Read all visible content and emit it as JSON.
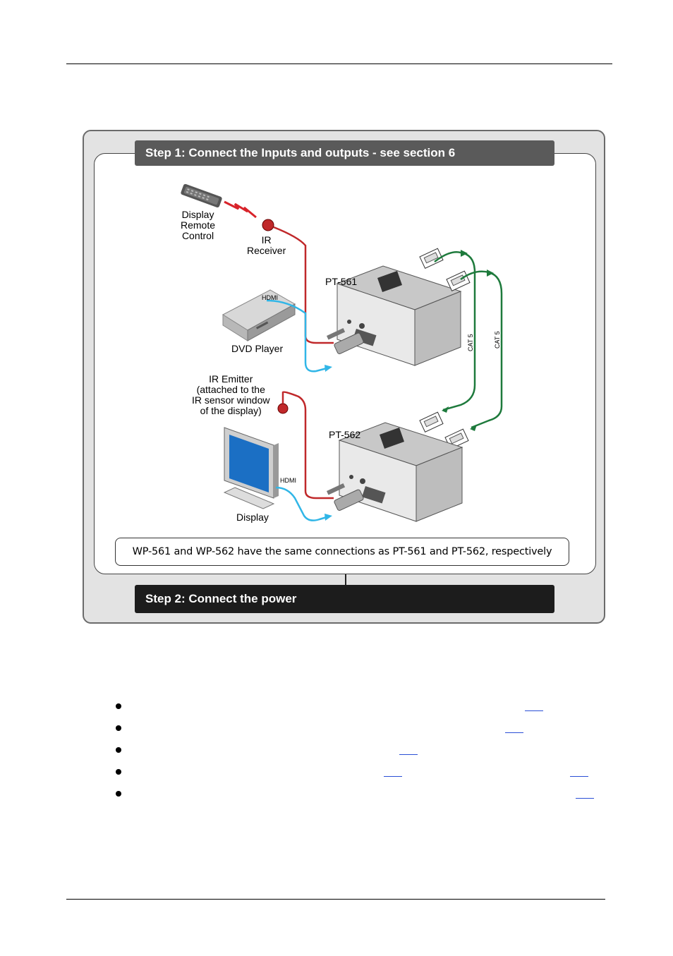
{
  "steps": {
    "step1": "Step 1: Connect the Inputs and outputs - see section 6",
    "step2": "Step 2: Connect the power"
  },
  "labels": {
    "remote": "Display\nRemote\nControl",
    "ir_receiver": "IR\nReceiver",
    "pt561": "PT-561",
    "hdmi_top": "HDMI",
    "dvd": "DVD Player",
    "ir_emitter": "IR Emitter\n(attached to the\nIR sensor window\nof the display)",
    "pt562": "PT-562",
    "hdmi_bottom": "HDMI",
    "display": "Display",
    "cat5_a": "CAT 5",
    "cat5_b": "CAT 5"
  },
  "note": "WP-561 and WP-562 have the same connections as PT-561 and PT-562, respectively",
  "colors": {
    "ir_cable": "#c0282a",
    "hdmi_cable": "#31b6e7",
    "cat5_cable": "#1e7a3c",
    "step1_bar": "#5a5a5a",
    "step2_bar": "#1c1c1c",
    "link": "#2a4fd6"
  },
  "bullets": [
    {
      "icon": "bullet-dot"
    },
    {
      "icon": "bullet-dot"
    },
    {
      "icon": "bullet-dot"
    },
    {
      "icon": "bullet-dot"
    },
    {
      "icon": "bullet-dot"
    }
  ]
}
